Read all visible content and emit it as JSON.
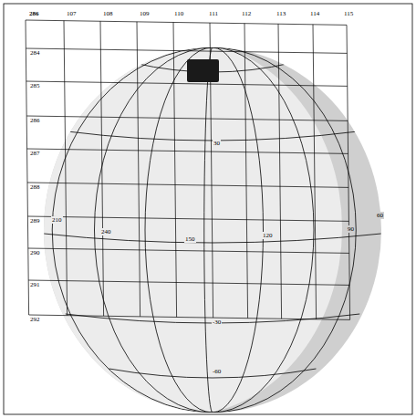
{
  "diagram": {
    "labels": [
      "286",
      "107",
      "108",
      "109",
      "110",
      "111",
      "112",
      "113",
      "114",
      "115",
      "284",
      "285",
      "286",
      "287",
      "288",
      "289",
      "290",
      "291",
      "292",
      "30",
      "210",
      "240",
      "150",
      "120",
      "90",
      "60",
      "-30",
      "-60"
    ]
  }
}
